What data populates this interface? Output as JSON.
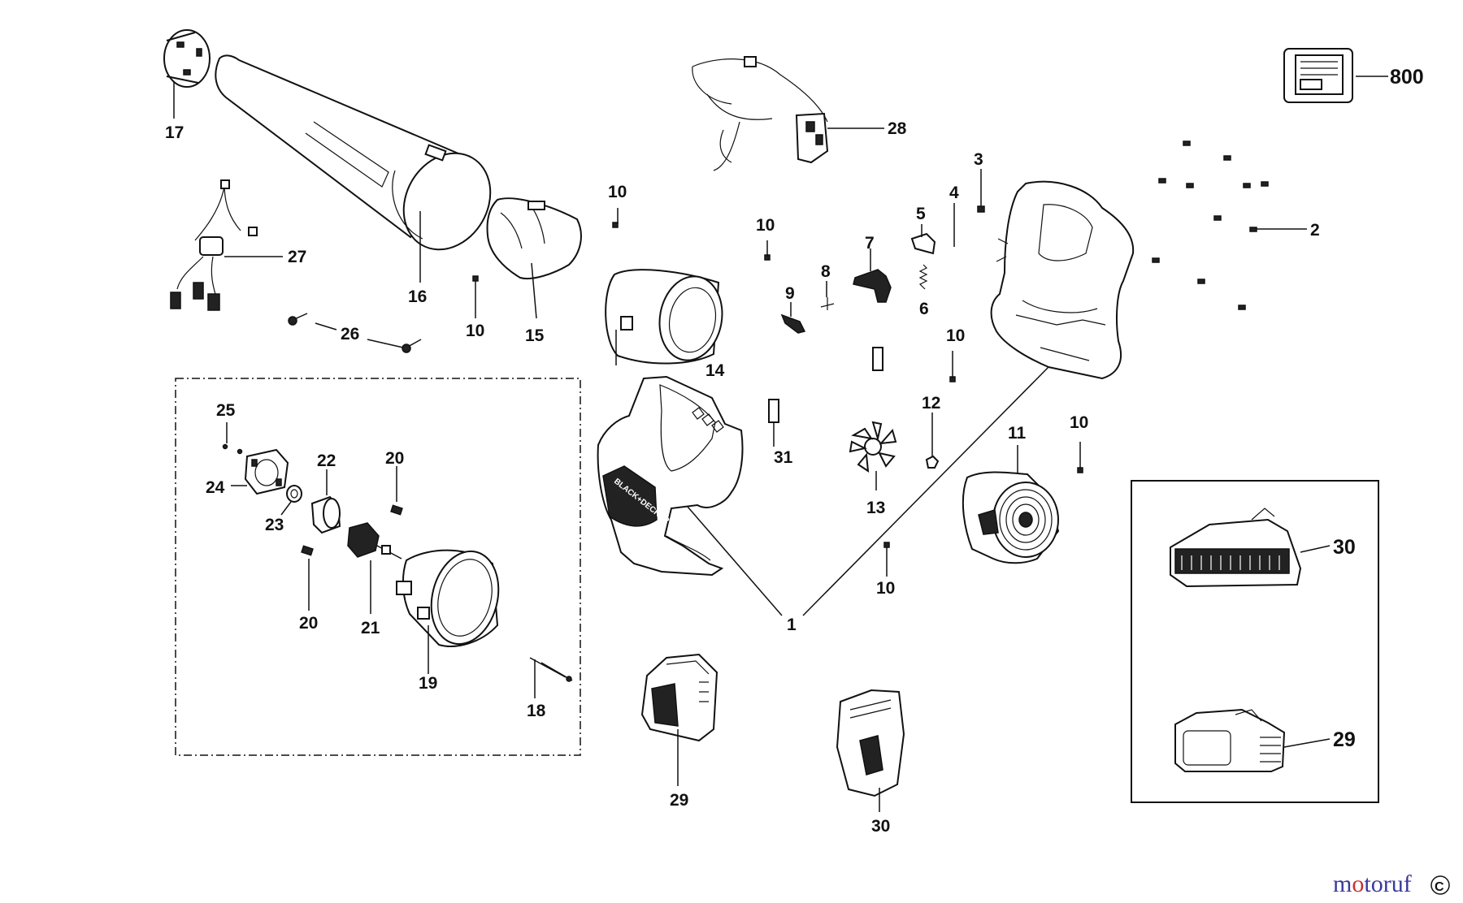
{
  "labels": {
    "p1": "1",
    "p2": "2",
    "p3": "3",
    "p4": "4",
    "p5": "5",
    "p6": "6",
    "p7": "7",
    "p8": "8",
    "p9": "9",
    "p10a": "10",
    "p10b": "10",
    "p10c": "10",
    "p10d": "10",
    "p10e": "10",
    "p10f": "10",
    "p11": "11",
    "p12": "12",
    "p13": "13",
    "p14": "14",
    "p15": "15",
    "p16": "16",
    "p17": "17",
    "p18": "18",
    "p19": "19",
    "p20a": "20",
    "p20b": "20",
    "p21": "21",
    "p22": "22",
    "p23": "23",
    "p24": "24",
    "p25": "25",
    "p26": "26",
    "p27": "27",
    "p28": "28",
    "p29a": "29",
    "p29b": "29",
    "p30a": "30",
    "p30b": "30",
    "p31": "31",
    "p800": "800"
  },
  "housing_logo": "BLACK+DECKER",
  "watermark": {
    "brand_m": "m",
    "brand_o1": "o",
    "brand_t": "t",
    "brand_o2": "o",
    "brand_r": "r",
    "brand_u": "u",
    "brand_f": "f",
    "corner_symbol": "C"
  },
  "colors": {
    "line": "#111111",
    "background": "#ffffff",
    "watermark_blue": "#3a3a9c",
    "watermark_red": "#c83232"
  }
}
